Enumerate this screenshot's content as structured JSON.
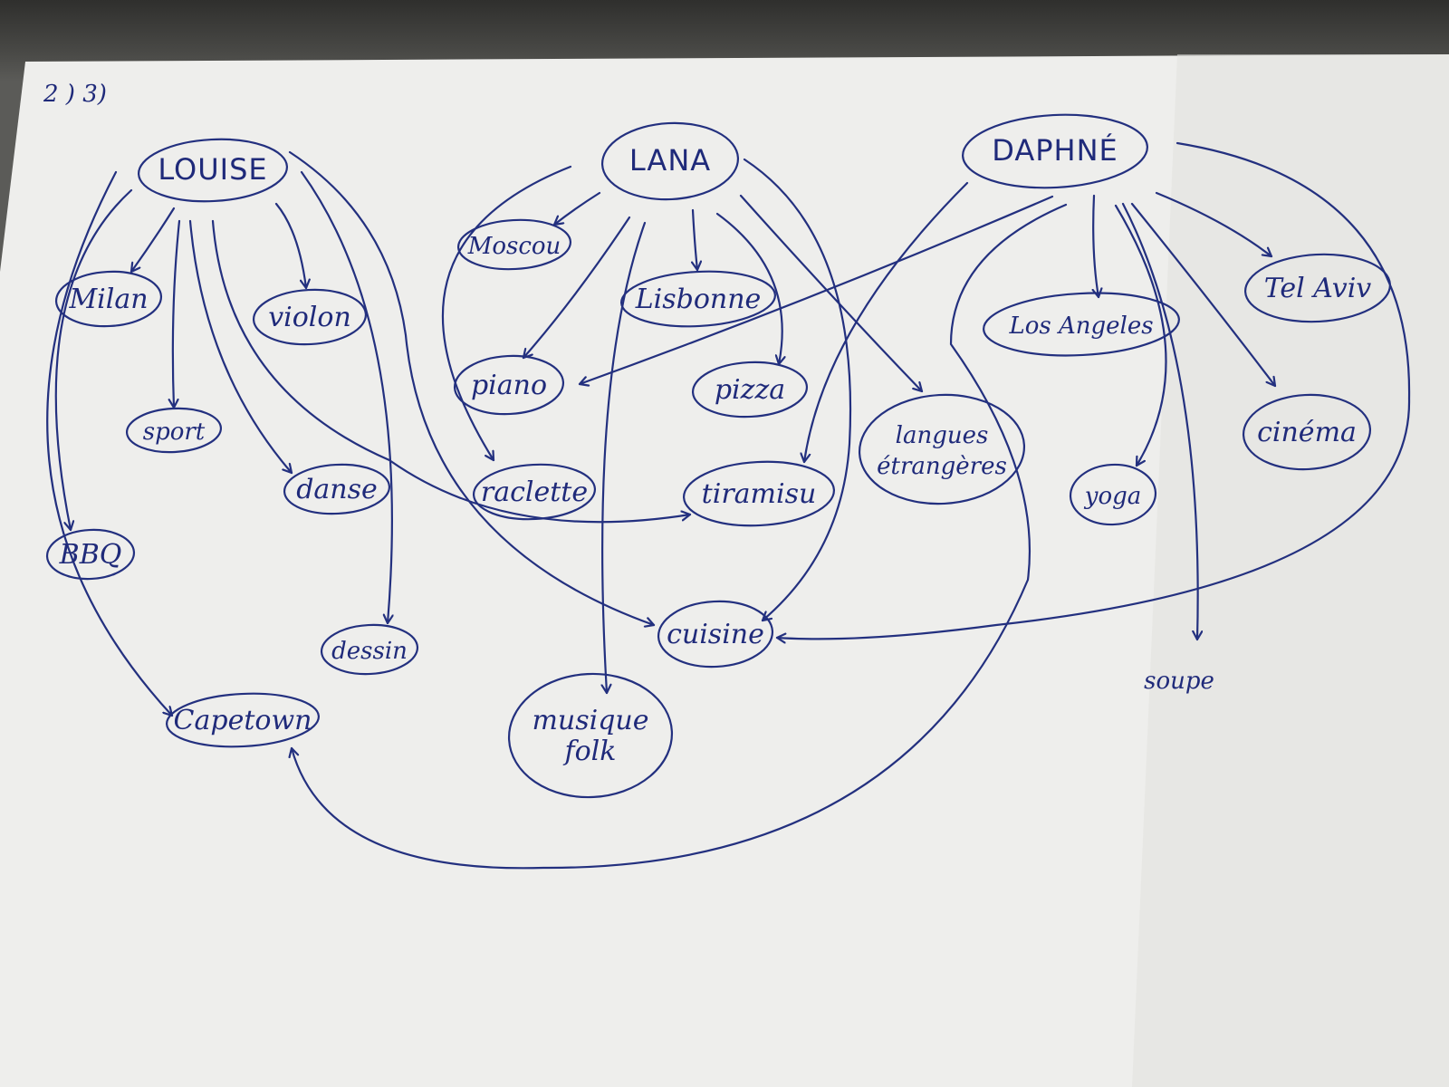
{
  "corner_note": "2 ) 3)",
  "people": [
    {
      "id": "louise",
      "label": "LOUISE"
    },
    {
      "id": "lana",
      "label": "LANA"
    },
    {
      "id": "daphne",
      "label": "DAPHNÉ"
    }
  ],
  "items": [
    {
      "id": "milan",
      "label": "Milan"
    },
    {
      "id": "violon",
      "label": "violon"
    },
    {
      "id": "sport",
      "label": "sport"
    },
    {
      "id": "danse",
      "label": "danse"
    },
    {
      "id": "bbq",
      "label": "BBQ"
    },
    {
      "id": "dessin",
      "label": "dessin"
    },
    {
      "id": "capetown",
      "label": "Capetown"
    },
    {
      "id": "moscou",
      "label": "Moscou"
    },
    {
      "id": "lisbonne",
      "label": "Lisbonne"
    },
    {
      "id": "piano",
      "label": "piano"
    },
    {
      "id": "pizza",
      "label": "pizza"
    },
    {
      "id": "raclette",
      "label": "raclette"
    },
    {
      "id": "tiramisu",
      "label": "tiramisu"
    },
    {
      "id": "cuisine",
      "label": "cuisine"
    },
    {
      "id": "musique_folk",
      "label": "musique folk",
      "lines": [
        "musique",
        "folk"
      ]
    },
    {
      "id": "langues",
      "label": "langues étrangères",
      "lines": [
        "langues",
        "étrangères"
      ]
    },
    {
      "id": "los_angeles",
      "label": "Los Angeles"
    },
    {
      "id": "tel_aviv",
      "label": "Tel Aviv"
    },
    {
      "id": "cinema",
      "label": "cinéma"
    },
    {
      "id": "yoga",
      "label": "yoga"
    },
    {
      "id": "soupe",
      "label": "soupe"
    }
  ],
  "edges": [
    {
      "from": "louise",
      "to": "milan"
    },
    {
      "from": "louise",
      "to": "violon"
    },
    {
      "from": "louise",
      "to": "sport"
    },
    {
      "from": "louise",
      "to": "danse"
    },
    {
      "from": "louise",
      "to": "bbq"
    },
    {
      "from": "louise",
      "to": "dessin"
    },
    {
      "from": "louise",
      "to": "capetown"
    },
    {
      "from": "louise",
      "to": "tiramisu"
    },
    {
      "from": "louise",
      "to": "cuisine"
    },
    {
      "from": "lana",
      "to": "moscou"
    },
    {
      "from": "lana",
      "to": "lisbonne"
    },
    {
      "from": "lana",
      "to": "piano"
    },
    {
      "from": "lana",
      "to": "pizza"
    },
    {
      "from": "lana",
      "to": "raclette"
    },
    {
      "from": "lana",
      "to": "musique_folk"
    },
    {
      "from": "lana",
      "to": "langues"
    },
    {
      "from": "lana",
      "to": "cuisine"
    },
    {
      "from": "daphne",
      "to": "los_angeles"
    },
    {
      "from": "daphne",
      "to": "tel_aviv"
    },
    {
      "from": "daphne",
      "to": "cinema"
    },
    {
      "from": "daphne",
      "to": "yoga"
    },
    {
      "from": "daphne",
      "to": "soupe"
    },
    {
      "from": "daphne",
      "to": "piano"
    },
    {
      "from": "daphne",
      "to": "tiramisu"
    },
    {
      "from": "daphne",
      "to": "capetown"
    },
    {
      "from": "daphne",
      "to": "cuisine"
    }
  ]
}
